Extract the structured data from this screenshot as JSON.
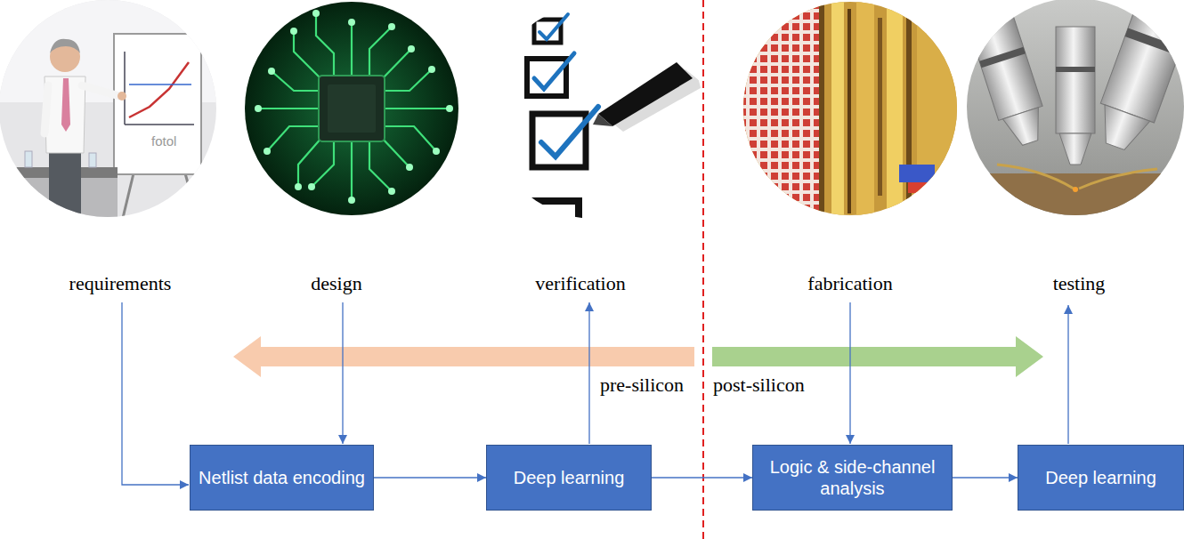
{
  "diagram": {
    "nodes": [
      {
        "text": [
          "Netlist data encoding"
        ]
      },
      {
        "text": [
          "Deep learning"
        ]
      },
      {
        "text": [
          "Logic & side-channel analysis"
        ]
      },
      {
        "text": [
          "Deep learning"
        ]
      }
    ],
    "edges": [
      {
        "from": 0,
        "to": 1,
        "arrow": "to"
      },
      {
        "from": 1,
        "to": 2,
        "arrow": "to"
      },
      {
        "from": 2,
        "to": 3,
        "arrow": "to"
      }
    ],
    "labels": [
      "fotol",
      "requirements",
      "design",
      "verification",
      "fabrication",
      "testing",
      "pre-silicon",
      "post-silicon"
    ]
  }
}
